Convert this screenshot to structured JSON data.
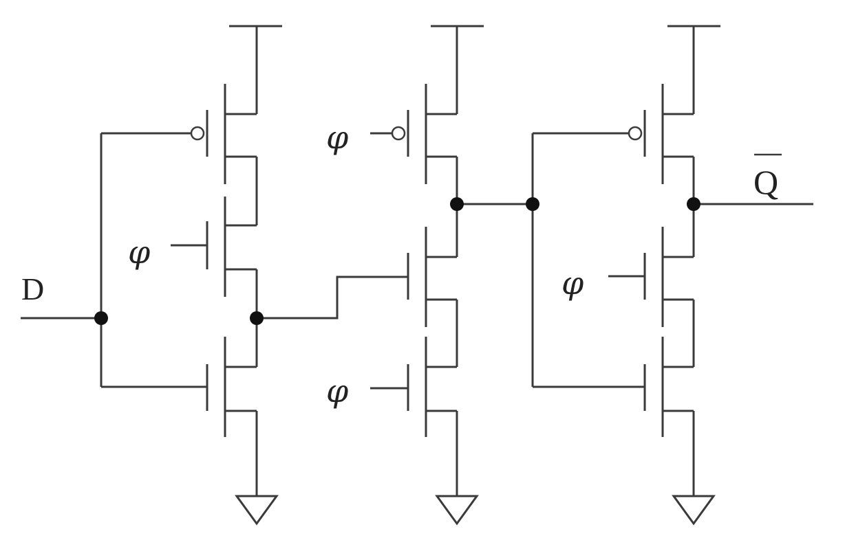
{
  "diagram": {
    "labels": {
      "input": "D",
      "output": "Q",
      "clock": "φ"
    }
  }
}
